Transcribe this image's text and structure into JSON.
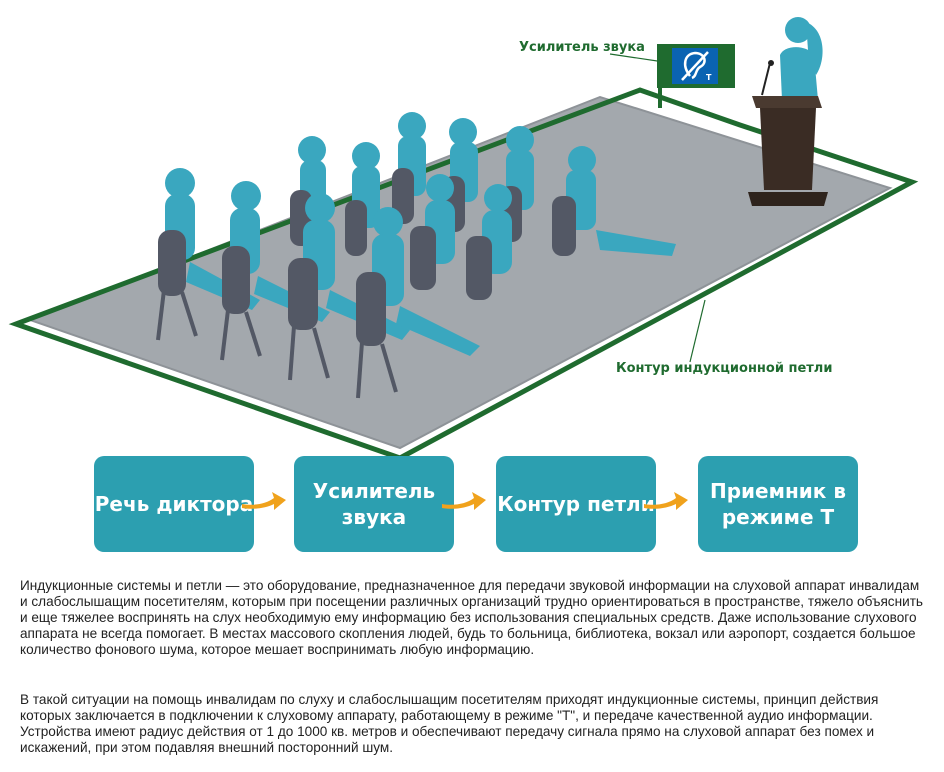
{
  "diagram": {
    "amplifier_label": "Усилитель звука",
    "loop_label": "Контур индукционной петли",
    "amplifier_icon": "hearing-loop-t-icon",
    "colors": {
      "loop": "#1f6b2f",
      "floor": "#a3a8ad",
      "person": "#3aa7bf",
      "chair": "#535865",
      "podium": "#3a2c24",
      "box": "#2c9fb0",
      "arrow": "#f0a21c"
    }
  },
  "flow": {
    "steps": [
      {
        "label": "Речь диктора"
      },
      {
        "label": "Усилитель звука"
      },
      {
        "label": "Контур петли"
      },
      {
        "label": "Приемник в режиме Т"
      }
    ]
  },
  "text": {
    "paragraph1": "Индукционные системы и петли — это оборудование, предназначенное для передачи звуковой информации на слуховой аппарат инвалидам и слабослышащим посетителям, которым при посещении различных организаций трудно ориентироваться в пространстве, тяжело объяснить и еще тяжелее воспринять на слух необходимую ему информацию без использования специальных средств. Даже использование слухового аппарата не всегда помогает. В местах массового скопления людей, будь то больница, библиотека, вокзал или аэропорт, создается большое количество фонового шума, которое мешает воспринимать любую информацию.",
    "paragraph2": "В такой ситуации на помощь инвалидам по слуху и слабослышащим посетителям приходят индукционные системы, принцип действия которых заключается в подключении к слуховому аппарату, работающему в режиме \"Т\", и передаче качественной аудио информации. Устройства имеют радиус действия от 1 до 1000 кв. метров и обеспечивают передачу сигнала прямо на слуховой аппарат без помех и искажений, при этом подавляя внешний посторонний шум."
  }
}
